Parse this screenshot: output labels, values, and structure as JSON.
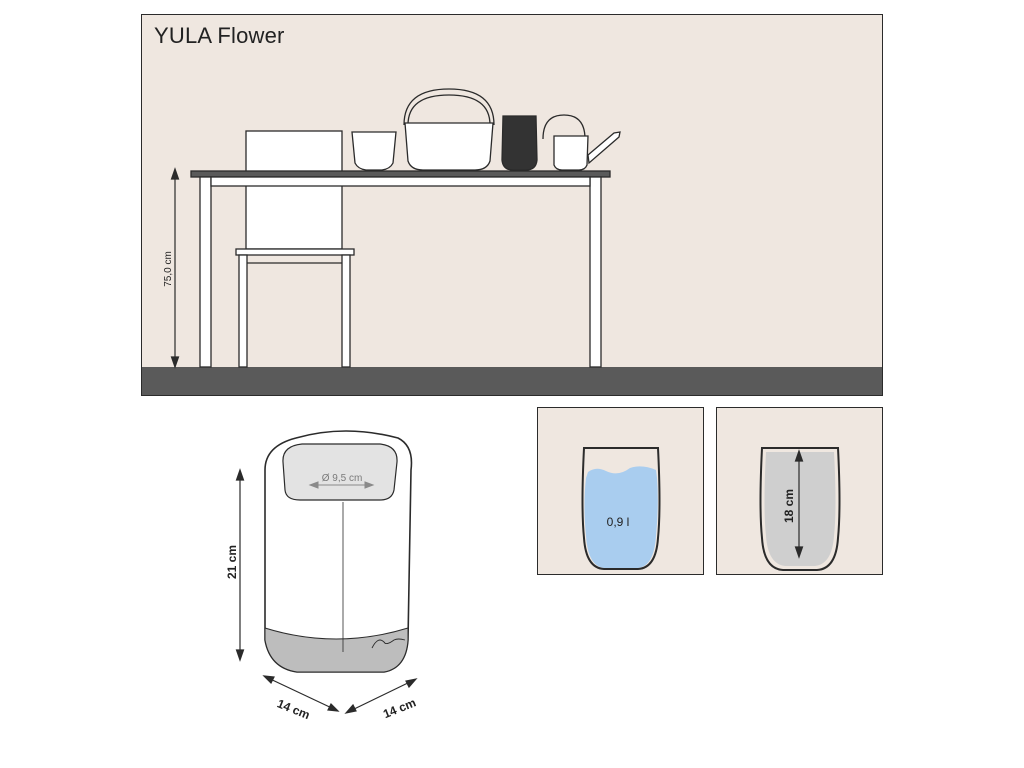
{
  "scene": {
    "title": "YULA Flower",
    "table_height_label": "75,0 cm"
  },
  "product": {
    "height_label": "21 cm",
    "opening_label": "Ø 9,5 cm",
    "width_label": "14 cm",
    "depth_label": "14 cm"
  },
  "water_panel": {
    "volume_label": "0,9 l",
    "water_color": "#a9cdef"
  },
  "soil_panel": {
    "depth_label": "18 cm",
    "soil_color": "#cfcfcf"
  },
  "colors": {
    "wall": "#efe7e0",
    "floor": "#5a5a5a",
    "outline": "#2b2b2b"
  }
}
